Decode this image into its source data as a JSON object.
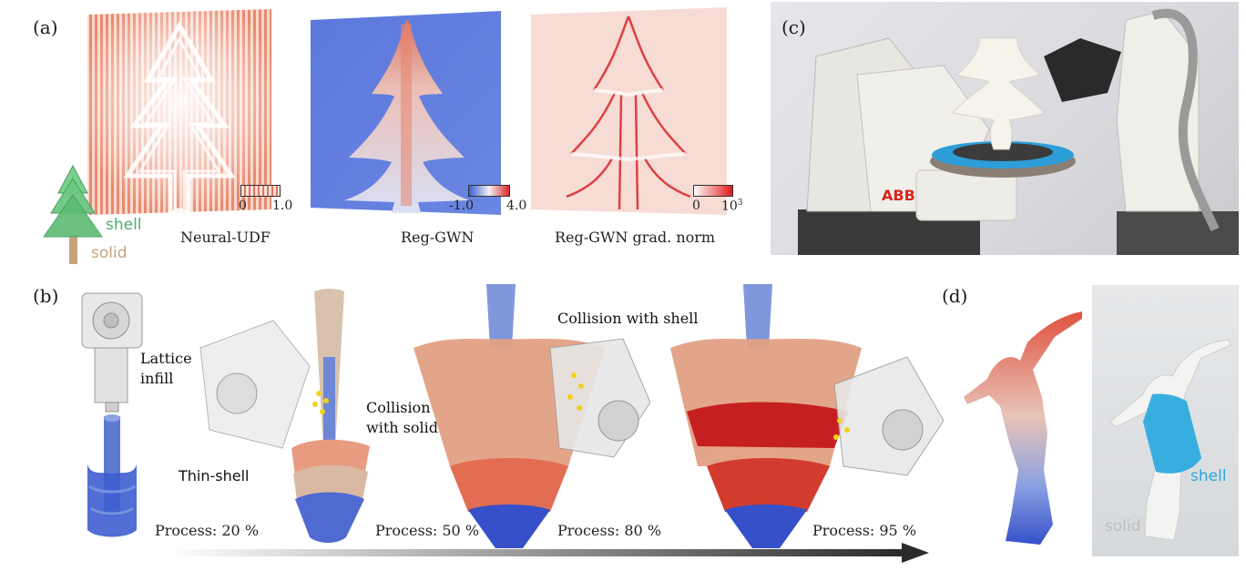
{
  "panels": {
    "a": {
      "label": "(a)",
      "subfigures": [
        {
          "caption": "Neural-UDF",
          "colorbar": {
            "min": "0",
            "max": "1.0"
          }
        },
        {
          "caption": "Reg-GWN",
          "colorbar": {
            "min": "-1.0",
            "max": "4.0"
          }
        },
        {
          "caption": "Reg-GWN grad. norm",
          "colorbar": {
            "min": "0",
            "max": "10",
            "max_exponent": "3"
          }
        }
      ],
      "tree_labels": {
        "shell": "shell",
        "solid": "solid"
      }
    },
    "b": {
      "label": "(b)",
      "annotations": {
        "lattice": [
          "Lattice",
          "infill"
        ],
        "thin_shell": "Thin-shell",
        "collision_solid": [
          "Collision",
          "with solid"
        ],
        "collision_shell": "Collision with shell"
      },
      "process": [
        "Process: 20 %",
        "Process: 50 %",
        "Process: 80 %",
        "Process: 95 %"
      ]
    },
    "c": {
      "label": "(c)",
      "robot_logo": "ABB"
    },
    "d": {
      "label": "(d)",
      "shell": "shell",
      "solid": "solid"
    }
  },
  "colors": {
    "shell_green": "#4caf6b",
    "solid_tan": "#c8a37a",
    "shell_blue": "#29a8e0",
    "solid_gray": "#bdbdbd",
    "udf_orange": "#e8735a",
    "gwn_blue": "#5470d6",
    "grad_red": "#e01a1a",
    "abb_red": "#d9261c"
  }
}
